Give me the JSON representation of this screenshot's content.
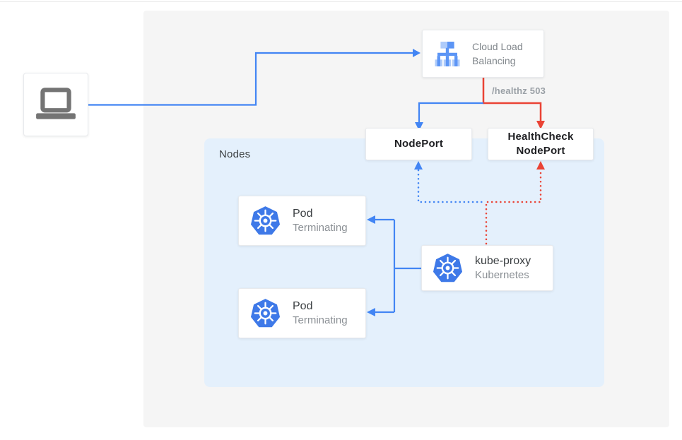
{
  "diagram": {
    "nodes_group": {
      "label": "Nodes"
    },
    "client": {
      "icon": "laptop-icon"
    },
    "cloud_load_balancing": {
      "label": "Cloud Load Balancing",
      "icon": "load-balancer-icon"
    },
    "healthz_badge": "/healthz 503",
    "nodeport": {
      "label": "NodePort"
    },
    "healthcheck_nodeport": {
      "line1": "HealthCheck",
      "line2": "NodePort"
    },
    "pods": [
      {
        "title": "Pod",
        "subtitle": "Terminating",
        "icon": "kubernetes-icon"
      },
      {
        "title": "Pod",
        "subtitle": "Terminating",
        "icon": "kubernetes-icon"
      }
    ],
    "kube_proxy": {
      "title": "kube-proxy",
      "subtitle": "Kubernetes",
      "icon": "kubernetes-icon"
    },
    "colors": {
      "flow_blue": "#4285f4",
      "flow_red": "#ea4335",
      "backdrop_gray": "#f5f5f5",
      "nodes_background": "#e4f0fc",
      "text_dark": "#202124",
      "text_gray": "#80868b",
      "kubernetes_blue": "#3e79e8"
    }
  }
}
